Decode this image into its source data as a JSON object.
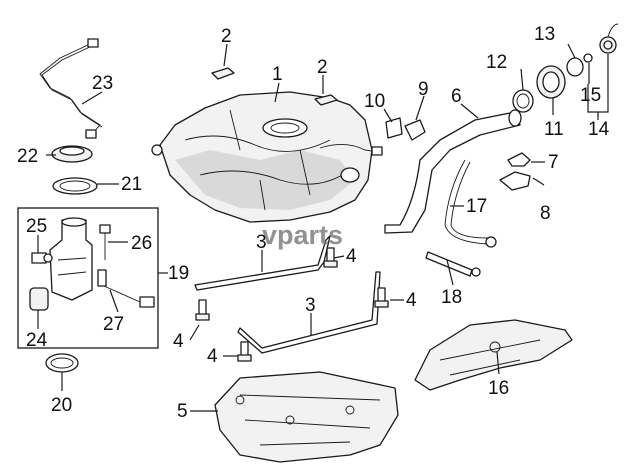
{
  "watermark": "vparts",
  "callouts": {
    "c1": "1",
    "c2a": "2",
    "c2b": "2",
    "c3a": "3",
    "c3b": "3",
    "c4a": "4",
    "c4b": "4",
    "c4c": "4",
    "c4d": "4",
    "c5": "5",
    "c6": "6",
    "c7": "7",
    "c8": "8",
    "c9": "9",
    "c10": "10",
    "c11": "11",
    "c12": "12",
    "c13": "13",
    "c14": "14",
    "c15": "15",
    "c16": "16",
    "c17": "17",
    "c18": "18",
    "c19": "19",
    "c20": "20",
    "c21": "21",
    "c22": "22",
    "c23": "23",
    "c24": "24",
    "c25": "25",
    "c26": "26",
    "c27": "27"
  }
}
